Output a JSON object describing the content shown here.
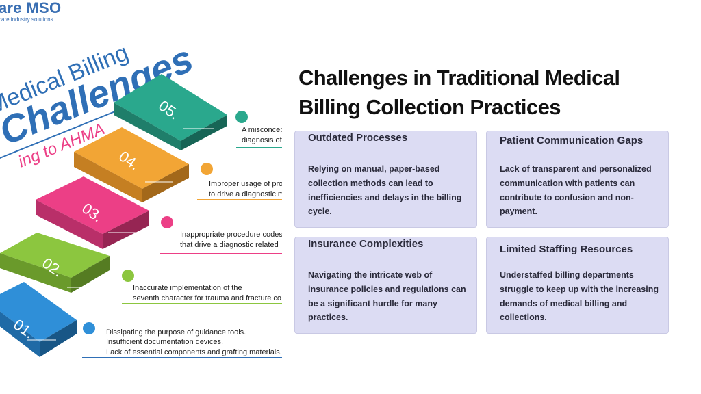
{
  "brand": {
    "name": "are MSO",
    "tagline": "care industry solutions"
  },
  "infographic": {
    "title_line1": "Medical Billing",
    "title_line2": "Challenges",
    "title_line3": "ing to AHMA",
    "steps": [
      {
        "number": "05.",
        "color": "#2aa88d",
        "lines": [
          "A misconcep",
          "diagnosis of"
        ]
      },
      {
        "number": "04.",
        "color": "#f2a535",
        "lines": [
          "Improper usage of pro",
          "to drive a diagnostic m"
        ]
      },
      {
        "number": "03.",
        "color": "#ec3f86",
        "lines": [
          "Inappropriate procedure codes",
          "that drive a diagnostic related"
        ]
      },
      {
        "number": "02.",
        "color": "#8cc63f",
        "lines": [
          "Inaccurate implementation of the",
          "seventh character for trauma and fracture co"
        ]
      },
      {
        "number": "01.",
        "color": "#2f8fd8",
        "lines": [
          "Dissipating the purpose of guidance tools.",
          "Insufficient documentation devices.",
          "Lack of essential components and grafting materials."
        ]
      }
    ]
  },
  "title": "Challenges in Traditional Medical Billing Collection Practices",
  "cards": [
    {
      "title": "Outdated Processes",
      "body": "Relying on manual, paper-based collection methods can lead to inefficiencies and delays in the billing cycle."
    },
    {
      "title": "Patient Communication Gaps",
      "body": "Lack of transparent and personalized communication with patients can contribute to confusion and non-payment."
    },
    {
      "title": "Insurance Complexities",
      "body": "Navigating the intricate web of insurance policies and regulations can be a significant hurdle for many practices."
    },
    {
      "title": "Limited Staffing Resources",
      "body": "Understaffed billing departments struggle to keep up with the increasing demands of medical billing and collections."
    }
  ]
}
